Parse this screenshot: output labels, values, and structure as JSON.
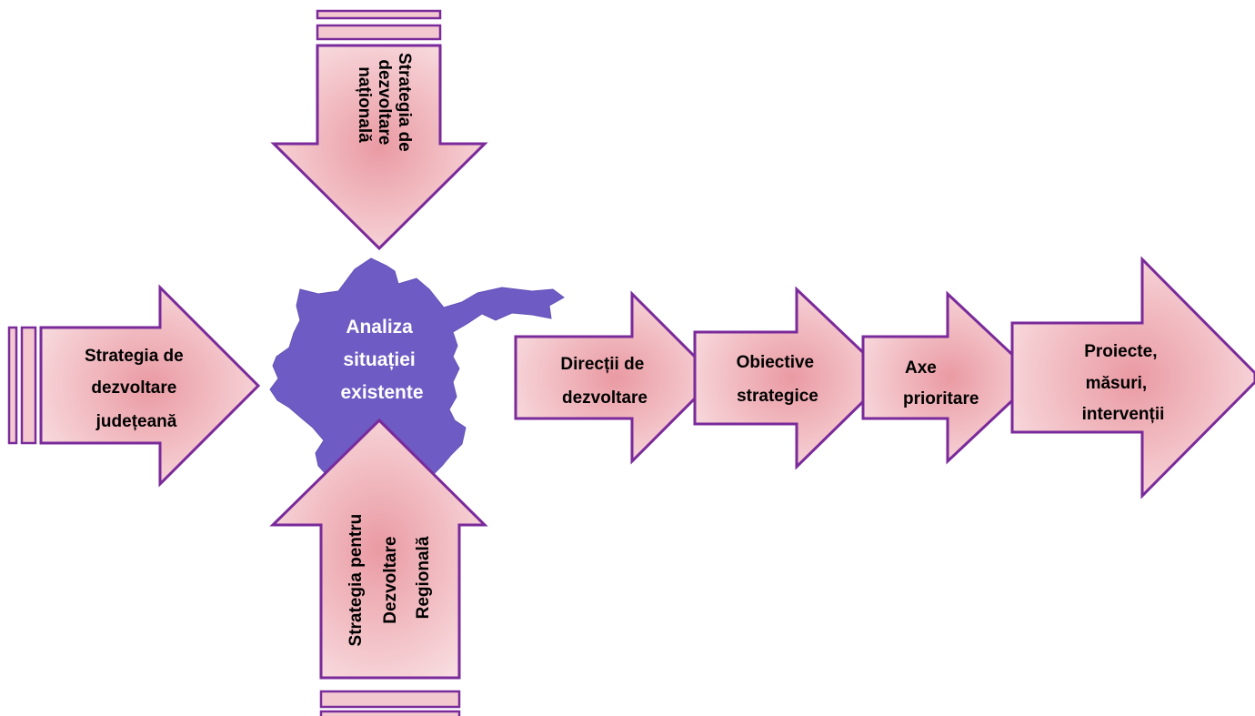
{
  "colors": {
    "arrow_fill_center": "#ea9aa3",
    "arrow_fill_edge": "#f8dde0",
    "arrow_outline": "#7a2a9a",
    "blob_fill": "#6e5bc4",
    "center_text": "#ffffff",
    "label_text": "#000000"
  },
  "center": {
    "lines": [
      "Analiza",
      "situației",
      "existente"
    ]
  },
  "inputs": {
    "national": {
      "lines": [
        "Strategia de",
        "dezvoltare",
        "națională"
      ]
    },
    "county": {
      "lines": [
        "Strategia de",
        "dezvoltare",
        "județeană"
      ]
    },
    "regional": {
      "lines": [
        "Strategia pentru",
        "Dezvoltare",
        "Regională"
      ]
    }
  },
  "flow": [
    {
      "lines": [
        "Direcții de",
        "dezvoltare"
      ]
    },
    {
      "lines": [
        "Obiective",
        "strategice"
      ]
    },
    {
      "lines": [
        "Axe",
        "prioritare"
      ]
    },
    {
      "lines": [
        "Proiecte,",
        "măsuri,",
        "intervenții"
      ]
    }
  ]
}
